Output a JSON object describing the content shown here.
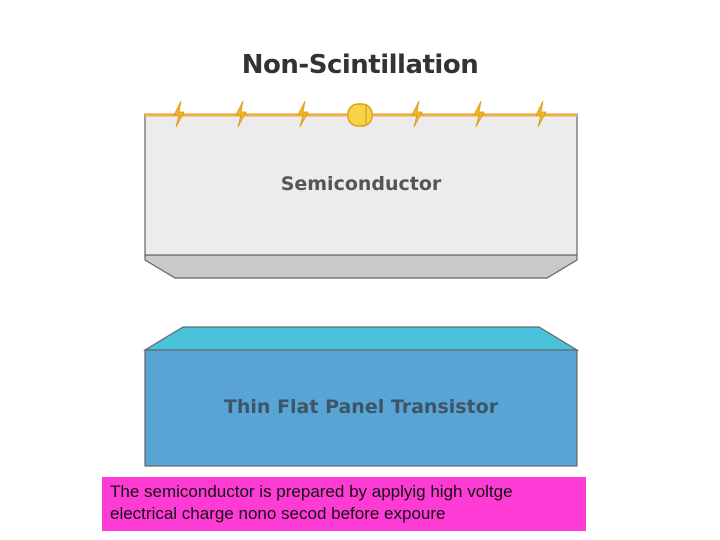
{
  "title": "Non-Scintillation",
  "semiconductor": {
    "label": "Semiconductor"
  },
  "tft": {
    "label": "Thin Flat Panel Transistor"
  },
  "caption": "The semiconductor is prepared by applyig high voltge electrical charge nono secod before expoure",
  "icons": {
    "charge": "lightning-bolt-icon",
    "source": "x-ray-source-icon"
  },
  "colors": {
    "semiconductor_face": "#ececec",
    "semiconductor_bottom": "#c9c9c9",
    "tft_face": "#58a4d4",
    "tft_top": "#49c3dc",
    "wire": "#f0b040",
    "caption_bg": "#ff3bd6"
  }
}
